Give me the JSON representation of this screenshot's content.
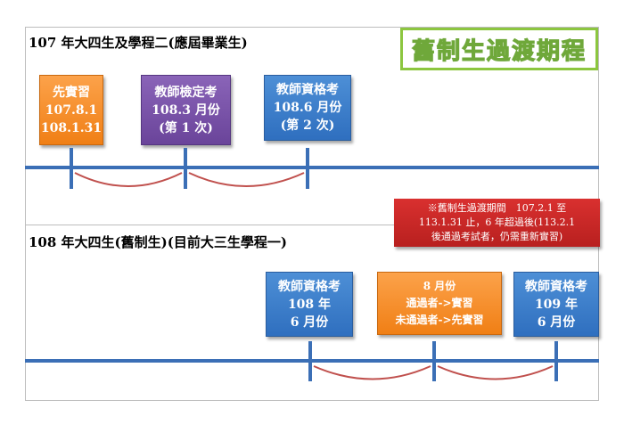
{
  "title": "舊制生過渡期程",
  "section1": {
    "heading": "107 年大四生及學程二(應屆畢業生)",
    "boxes": [
      {
        "lines": [
          "先實習",
          "107.8.1",
          "108.1.31"
        ]
      },
      {
        "lines": [
          "教師檢定考",
          "108.3 月份",
          "(第 1 次)"
        ]
      },
      {
        "lines": [
          "教師資格考",
          "108.6 月份",
          "(第 2 次)"
        ]
      }
    ]
  },
  "section2": {
    "heading": "108 年大四生(舊制生)(目前大三生學程一)",
    "boxes": [
      {
        "lines": [
          "教師資格考",
          "108 年",
          "6 月份"
        ]
      },
      {
        "lines": [
          "8 月份",
          "通過者->實習",
          "未通過者->先實習"
        ]
      },
      {
        "lines": [
          "教師資格考",
          "109 年",
          "6 月份"
        ]
      }
    ]
  },
  "note": {
    "lines": [
      "※舊制生過渡期間　107.2.1 至",
      "113.1.31 止，6 年超過後(113.2.1",
      "後通過考試者，仍需重新實習)"
    ]
  },
  "colors": {
    "timeline": "#3b6fb6",
    "arc": "#c0504d",
    "title_green": "#8cc63f"
  }
}
